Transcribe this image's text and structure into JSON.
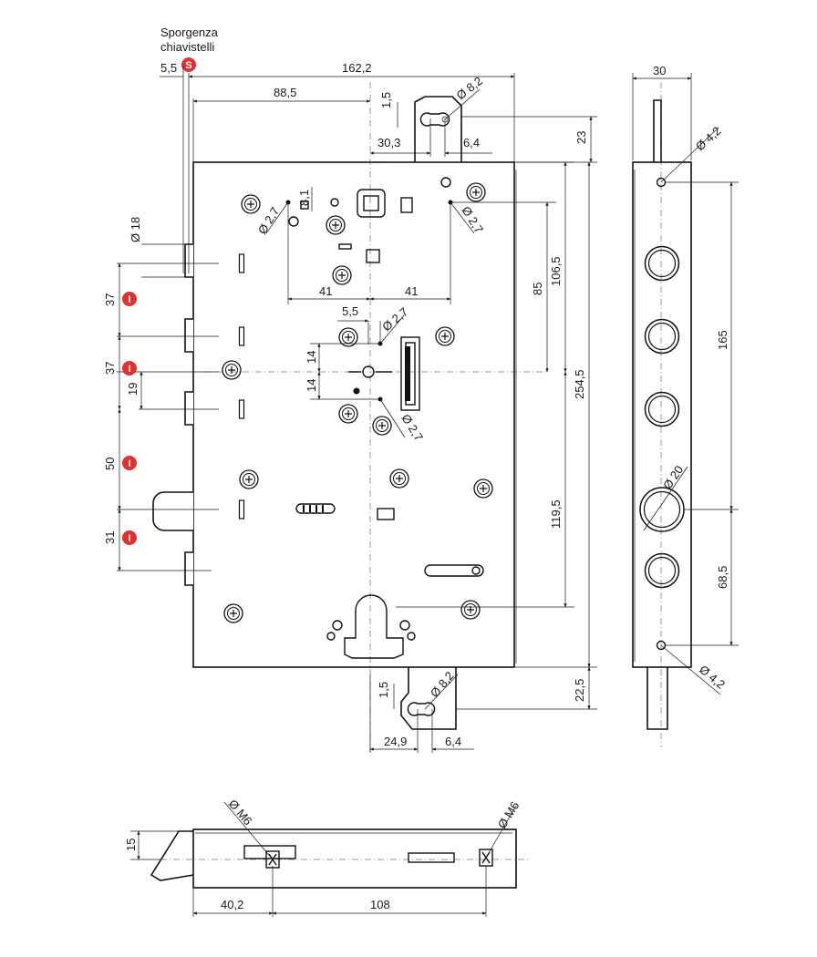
{
  "header": {
    "line1": "Sporgenza",
    "line2": "chiavistelli",
    "badge_s": "S"
  },
  "badge_i": "I",
  "front_dims": {
    "d5_5": "5,5",
    "d162_2": "162,2",
    "d88_5": "88,5",
    "d30_3": "30,3",
    "d6_4_top": "6,4",
    "d1_5_top": "1,5",
    "d8_2_top": "Ø 8,2",
    "d23": "23",
    "d8_1": "8,1",
    "d2_7_a": "Ø 2,7",
    "d2_7_b": "Ø 2,7",
    "d18": "Ø 18",
    "d41_left": "41",
    "d41_right": "41",
    "d85": "85",
    "d106_5": "106,5",
    "d5_5_mid": "5,5",
    "d2_7_c": "Ø 2,7",
    "d14_top": "14",
    "d14_bot": "14",
    "d2_7_d": "Ø 2,7",
    "d254_5": "254,5",
    "d119_5": "119,5",
    "d37_a": "37",
    "d37_b": "37",
    "d19": "19",
    "d50": "50",
    "d31": "31",
    "d22_5": "22,5",
    "d1_5_bot": "1,5",
    "d8_2_bot": "Ø 8,2",
    "d24_9": "24,9",
    "d6_4_bot": "6,4"
  },
  "side_dims": {
    "d30": "30",
    "d4_2_top": "Ø 4,2",
    "d165": "165",
    "d20": "Ø 20",
    "d68_5": "68,5",
    "d4_2_bot": "Ø 4,2"
  },
  "bottom_dims": {
    "dm6_left": "Ø M6",
    "dm6_right": "Ø M6",
    "d15": "15",
    "d40_2": "40,2",
    "d108": "108"
  }
}
